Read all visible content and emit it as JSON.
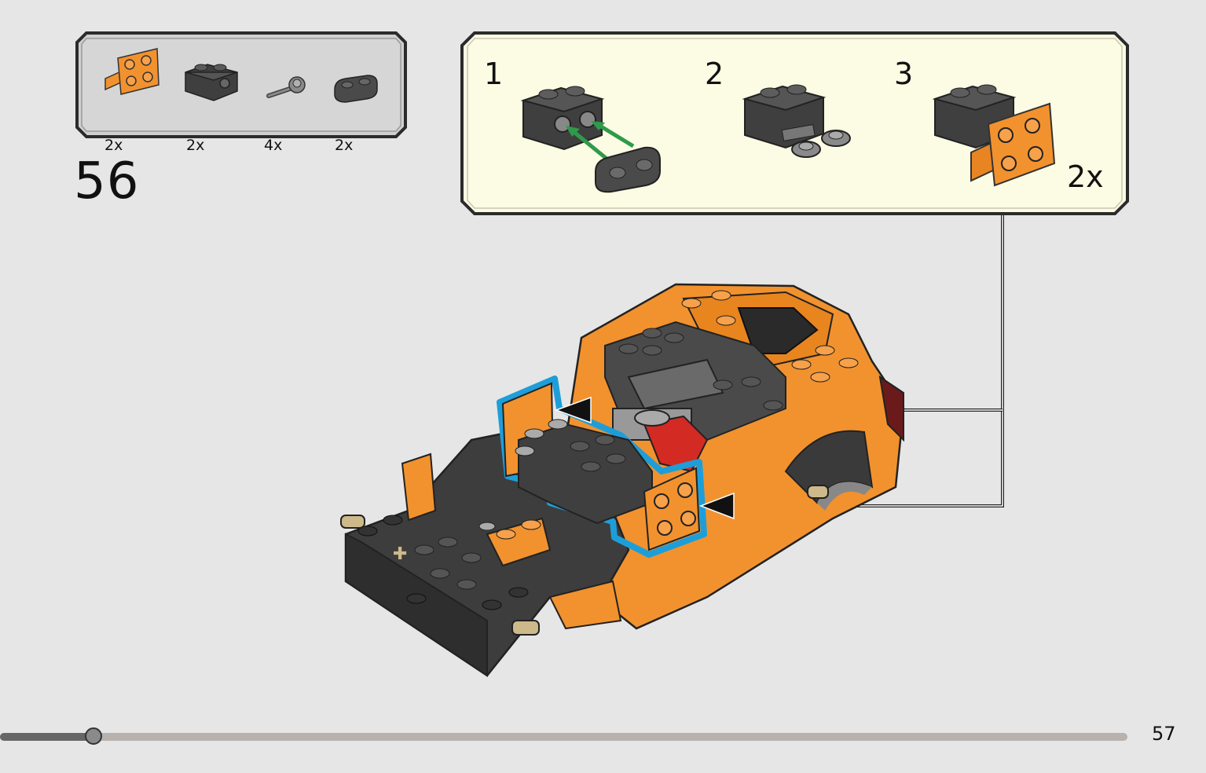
{
  "step": {
    "number": "56"
  },
  "parts": [
    {
      "icon": "orange-bracket-icon",
      "count": "2x"
    },
    {
      "icon": "dark-brick-icon",
      "count": "2x"
    },
    {
      "icon": "grey-bar-clip-icon",
      "count": "4x"
    },
    {
      "icon": "dark-plate-icon",
      "count": "2x"
    }
  ],
  "sub_steps": [
    {
      "label": "1"
    },
    {
      "label": "2"
    },
    {
      "label": "3"
    }
  ],
  "sub_assembly": {
    "multiplier": "2x"
  },
  "page": {
    "number": "57"
  },
  "progress": {
    "fraction": 0.083
  },
  "colors": {
    "orange": "#f2922e",
    "dark_grey": "#4a4a4a",
    "light_grey": "#8c8c8c",
    "callout_bg": "#fcfbe3",
    "parts_bg": "#d4d4d4",
    "highlight_blue": "#1e9ed8",
    "arrow_green": "#2f9a4a",
    "red": "#d42a24"
  }
}
